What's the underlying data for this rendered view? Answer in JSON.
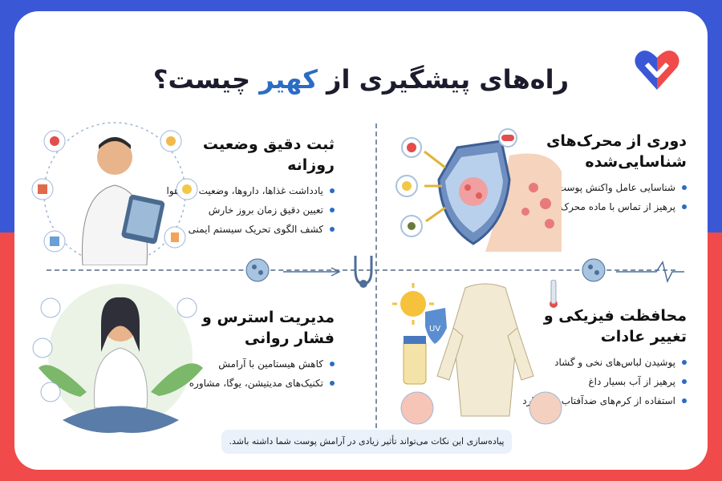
{
  "title": {
    "prefix": "راه‌های پیشگیری از ",
    "highlight": "کهیر",
    "suffix": " چیست؟"
  },
  "panels": [
    {
      "heading": "دوری از محرک‌های شناسایی‌شده",
      "items": [
        "شناسایی عامل واکنش پوست",
        "پرهیز از تماس با ماده محرک"
      ]
    },
    {
      "heading": "ثبت دقیق وضعیت روزانه",
      "items": [
        "یادداشت غذاها، داروها، وضعیت آب‌وهوا",
        "تعیین دقیق زمان بروز خارش",
        "کشف الگوی تحریک سیستم ایمنی"
      ]
    },
    {
      "heading": "محافظت فیزیکی و تغییر عادات",
      "items": [
        "پوشیدن لباس‌های نخی و گشاد",
        "پرهیز از آب بسیار داغ",
        "استفاده از کرم‌های ضدآفتاب استاندارد"
      ]
    },
    {
      "heading": "مدیریت استرس و فشار روانی",
      "items": [
        "کاهش هیستامین با آرامش",
        "تکنیک‌های مدیتیشن، یوگا، مشاوره"
      ]
    }
  ],
  "footer_note": "پیاده‌سازی این نکات می‌تواند تأثیر زیادی در آرامش پوست شما داشته باشد.",
  "uv_label": "UV",
  "colors": {
    "blue": "#3a57d6",
    "red": "#f04a4a",
    "accent": "#2b6cc4"
  }
}
